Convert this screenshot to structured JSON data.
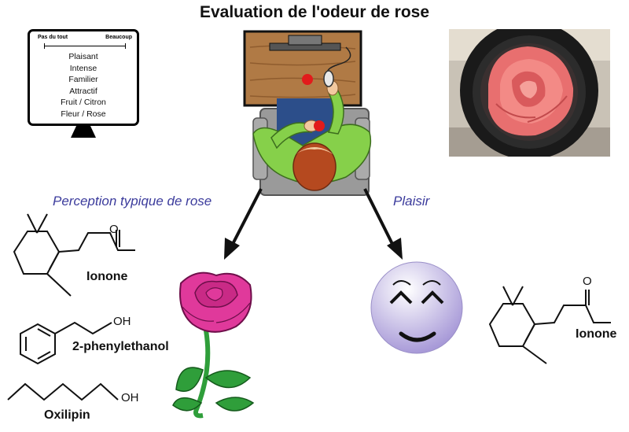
{
  "title": "Evaluation de l'odeur de rose",
  "rating_screen": {
    "scale_min": "Pas du tout",
    "scale_max": "Beaucoup",
    "attributes": [
      "Plaisant",
      "Intense",
      "Familier",
      "Attractif",
      "Fruit / Citron",
      "Fleur / Rose"
    ]
  },
  "branches": {
    "left_label": "Perception typique de rose",
    "right_label": "Plaisir"
  },
  "molecules": {
    "ionone_left": "Ionone",
    "ionone_left_oxygen": "O",
    "phenylethanol": "2-phenylethanol",
    "phenylethanol_group": "OH",
    "oxilipin": "Oxilipin",
    "oxilipin_group": "OH",
    "ionone_right": "Ionone",
    "ionone_right_oxygen": "O"
  },
  "colors": {
    "label_blue": "#3b3b9c",
    "rose_pink": "#e0399b",
    "leaf_green": "#2f9e3a",
    "shirt_green": "#86d04a",
    "desk_wood": "#b07a45",
    "smiley_purple": "#a89ad8",
    "red_dot": "#e21b1b"
  },
  "icons": [
    "computer-monitor-icon",
    "person-at-desk-icon",
    "rose-photo",
    "rose-flower-icon",
    "smiley-face-icon",
    "arrow-down-left-icon",
    "arrow-down-right-icon"
  ]
}
